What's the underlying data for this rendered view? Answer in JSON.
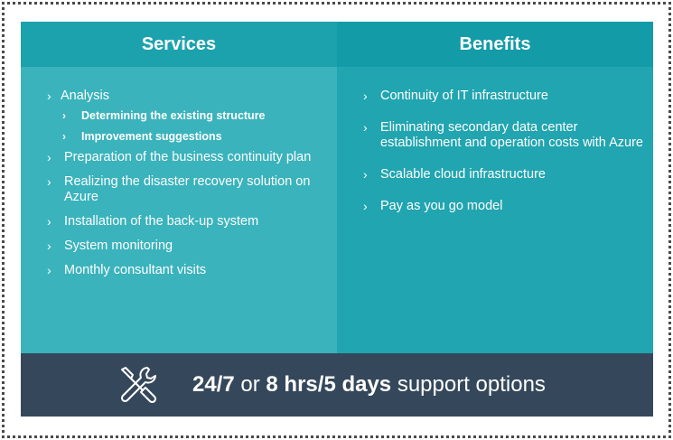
{
  "headers": {
    "services": "Services",
    "benefits": "Benefits"
  },
  "services": {
    "items": [
      {
        "label": "Analysis",
        "subitems": [
          "Determining the existing structure",
          "Improvement suggestions"
        ]
      },
      {
        "label": "Preparation of the business continuity plan"
      },
      {
        "label": "Realizing the disaster recovery solution on Azure"
      },
      {
        "label": "Installation of the back-up system"
      },
      {
        "label": "System monitoring"
      },
      {
        "label": "Monthly consultant visits"
      }
    ]
  },
  "benefits": {
    "items": [
      {
        "label": "Continuity of IT infrastructure"
      },
      {
        "label": "Eliminating secondary data center establishment and operation costs with Azure"
      },
      {
        "label": "Scalable cloud infrastructure"
      },
      {
        "label": "Pay as you go model"
      }
    ]
  },
  "footer": {
    "icon": "tools-icon",
    "part1": "24/7",
    "part2": " or ",
    "part3": "8 hrs/5 days",
    "part4": " support options"
  },
  "colors": {
    "teal_header_left": "#1ca2ad",
    "teal_header_right": "#139ba7",
    "teal_body_left": "#3ab3bc",
    "teal_body_right": "#21a5b0",
    "footer_navy": "#35485b"
  }
}
